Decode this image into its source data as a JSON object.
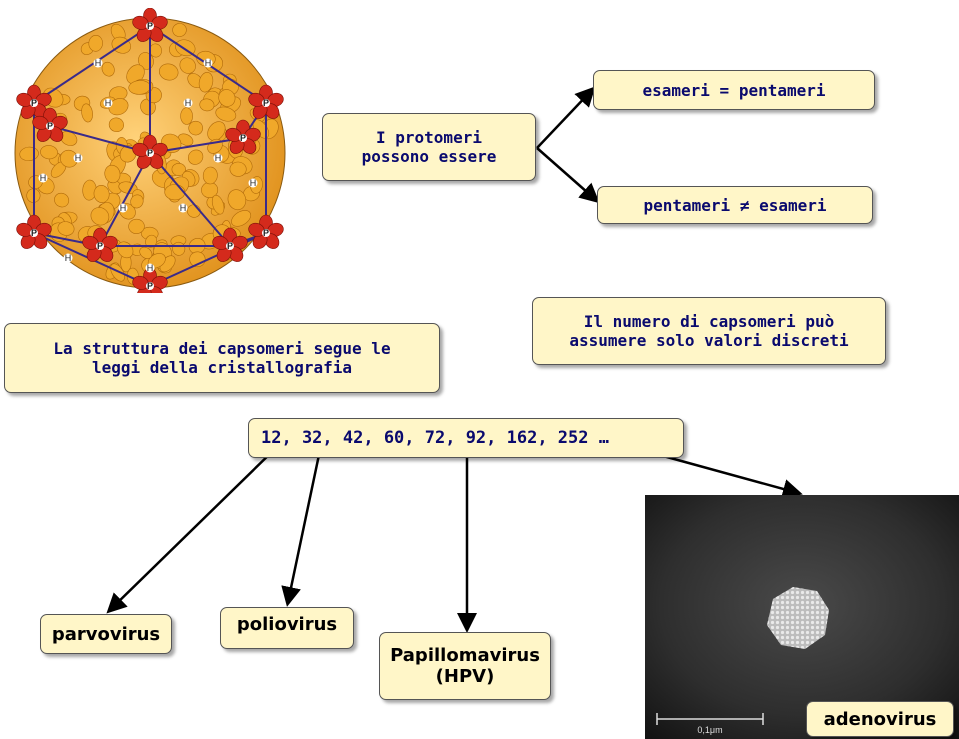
{
  "protomeri_box": {
    "text": "I protomeri\npossono essere"
  },
  "option_equal": {
    "text": "esameri = pentameri"
  },
  "option_unequal": {
    "text": "pentameri ≠ esameri"
  },
  "struttura_box": {
    "text": "La struttura dei capsomeri segue le\nleggi della cristallografia"
  },
  "numero_box": {
    "text": "Il numero di capsomeri può\nassumere solo valori discreti"
  },
  "values_box": {
    "text": "12, 32, 42, 60, 72, 92, 162, 252 …"
  },
  "viruses": {
    "parvovirus": "parvovirus",
    "poliovirus": "poliovirus",
    "papilloma": "Papillomavirus\n(HPV)",
    "adenovirus": "adenovirus"
  },
  "capsid_labels": {
    "pentamer": "P",
    "hexamer": "H"
  },
  "scale_bar": "0,1μm",
  "colors": {
    "box_fill": "#fff6c8",
    "box_text": "#0a0a6e",
    "pentamer": "#d42a1c",
    "hexamer": "#f0a82a",
    "arrow": "#000000"
  }
}
